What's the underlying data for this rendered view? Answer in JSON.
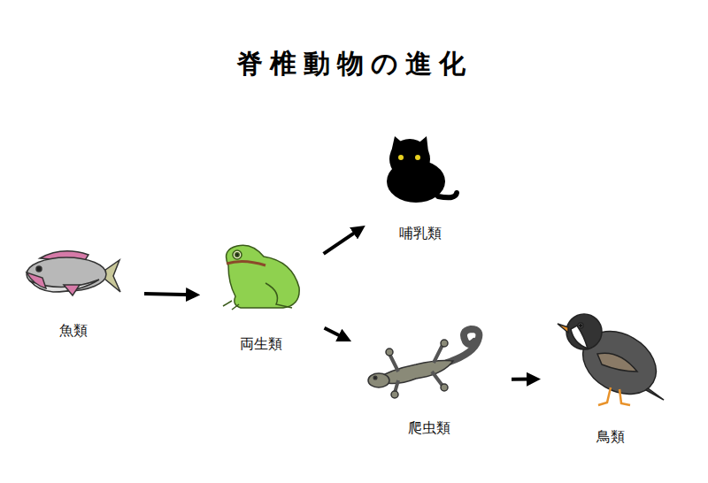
{
  "diagram": {
    "title": "脊椎動物の進化",
    "nodes": [
      {
        "text": [
          "魚類"
        ]
      },
      {
        "text": [
          "両生類"
        ]
      },
      {
        "text": [
          "哺乳類"
        ]
      },
      {
        "text": [
          "爬虫類"
        ]
      },
      {
        "text": [
          "鳥類"
        ]
      }
    ],
    "edges": [
      {
        "from": 0,
        "to": 1,
        "arrow": "to"
      },
      {
        "from": 1,
        "to": 2,
        "arrow": "to"
      },
      {
        "from": 1,
        "to": 3,
        "arrow": "to"
      },
      {
        "from": 3,
        "to": 4,
        "arrow": "to"
      }
    ]
  }
}
